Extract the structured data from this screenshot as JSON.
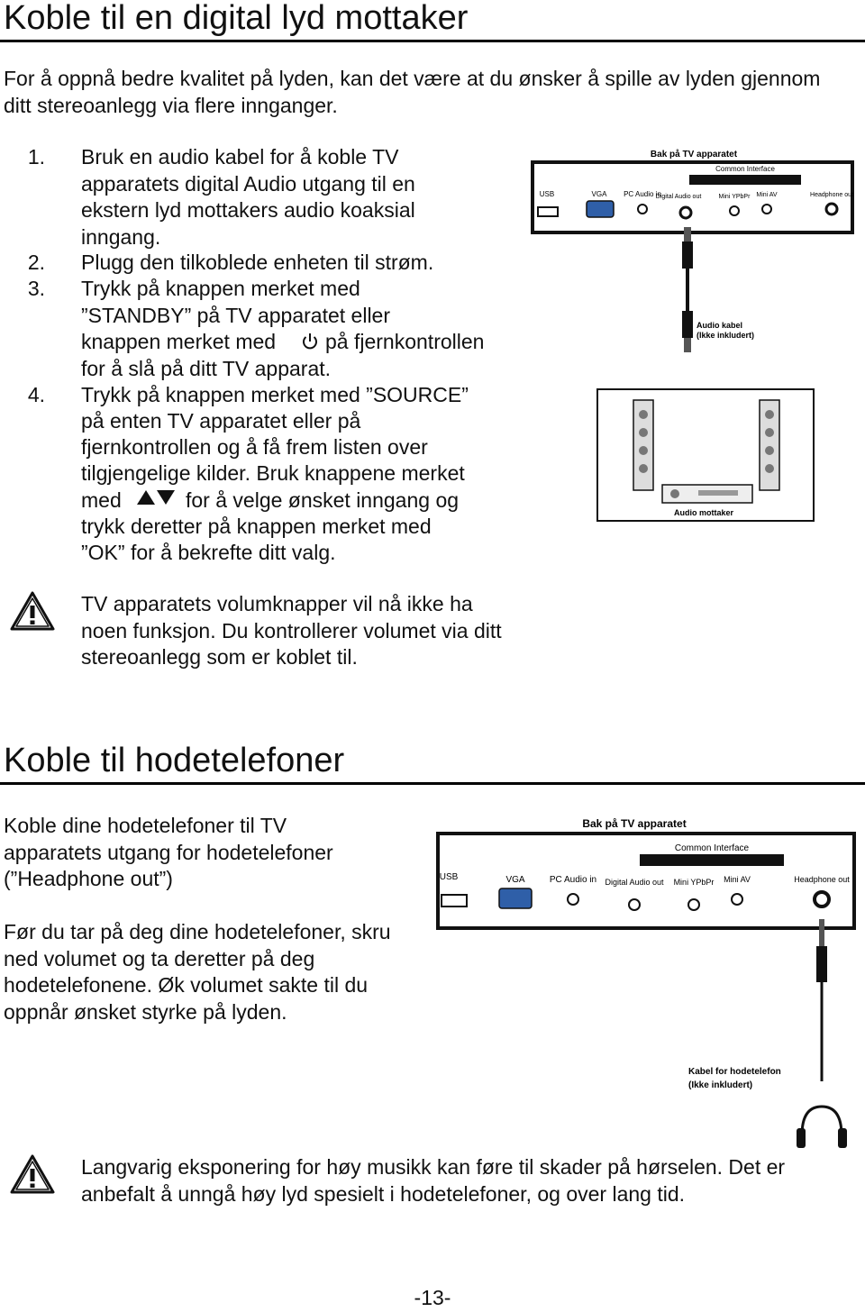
{
  "section1": {
    "title": "Koble til en digital lyd mottaker",
    "intro": "For å oppnå bedre kvalitet på lyden, kan det være at du ønsker å spille av lyden gjennom ditt stereoanlegg via flere innganger.",
    "steps": [
      {
        "num": "1.",
        "text": "Bruk en audio kabel for å koble TV apparatets digital Audio utgang til en ekstern lyd mottakers audio koaksial inngang."
      },
      {
        "num": "2.",
        "text": "Plugg den tilkoblede enheten til strøm."
      },
      {
        "num": "3.",
        "line1": "Trykk på knappen merket med",
        "line2": "”STANDBY” på TV apparatet eller",
        "line3a": "knappen merket med",
        "line3b": "på fjernkontrollen",
        "line4": "for å slå på ditt TV apparat."
      },
      {
        "num": "4.",
        "line1": "Trykk på knappen merket med ”SOURCE”",
        "line2": "på enten TV apparatet eller på",
        "line3": "fjernkontrollen og å få frem listen over",
        "line4": "tilgjengelige kilder. Bruk knappene merket",
        "line5a": "med",
        "line5b": "for å velge ønsket inngang og",
        "line6": "trykk deretter på knappen merket med",
        "line7": "”OK” for å bekrefte ditt valg."
      }
    ],
    "warning": "TV apparatets volumknapper vil nå ikke ha noen funksjon. Du kontrollerer volumet via ditt stereoanlegg som er koblet til.",
    "diagram": {
      "panel_title": "Bak på TV apparatet",
      "common_interface": "Common Interface",
      "ports": [
        "USB",
        "VGA",
        "PC Audio in",
        "Digital Audio out",
        "Mini YPbPr",
        "Mini AV",
        "Headphone out"
      ],
      "cable_label_1": "Audio kabel",
      "cable_label_2": "(Ikke inkludert)",
      "receiver_label": "Audio mottaker"
    }
  },
  "section2": {
    "title": "Koble til hodetelefoner",
    "para1": "Koble dine hodetelefoner til TV apparatets utgang for hodetelefoner (”Headphone out”)",
    "para2": "Før du tar på deg dine hodetelefoner, skru ned volumet og ta deretter på deg hodetelefonene. Øk volumet sakte til du oppnår ønsket styrke på lyden.",
    "warning": "Langvarig eksponering for høy musikk kan føre til skader på hørselen. Det er anbefalt å unngå høy lyd spesielt i hodetelefoner, og over lang tid.",
    "diagram": {
      "panel_title": "Bak på TV apparatet",
      "common_interface": "Common Interface",
      "ports": [
        "USB",
        "VGA",
        "PC Audio in",
        "Digital Audio out",
        "Mini YPbPr",
        "Mini AV",
        "Headphone out"
      ],
      "cable_label_1": "Kabel for hodetelefon",
      "cable_label_2": "(Ikke inkludert)"
    }
  },
  "page_number": "-13-"
}
